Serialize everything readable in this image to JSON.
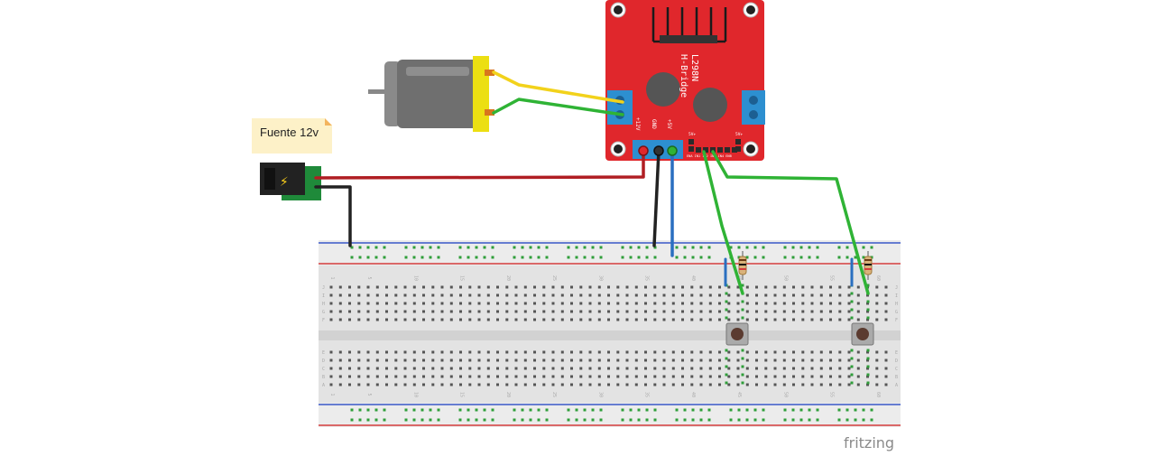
{
  "note_label": "Fuente 12v",
  "hbridge": {
    "title_line1": "L298N",
    "title_line2": "H-Bridge",
    "pin_12v": "+12V",
    "pin_gnd": "GND",
    "pin_5v": "+5V",
    "pin_5v_left": "5V+",
    "pin_5v_right": "5V+",
    "pin_row": "ENA IN1 IN2 IN3 IN4 ENB"
  },
  "breadboard": {
    "column_numbers": [
      "1",
      "5",
      "10",
      "15",
      "20",
      "25",
      "30",
      "35",
      "40",
      "45",
      "50",
      "55",
      "60"
    ],
    "rows_top": [
      "J",
      "I",
      "H",
      "G",
      "F"
    ],
    "rows_bottom": [
      "E",
      "D",
      "C",
      "B",
      "A"
    ]
  },
  "watermark": "fritzing",
  "colors": {
    "board_red": "#e0272c",
    "wire_red": "#b01e23",
    "wire_black": "#222222",
    "wire_blue": "#2a6fc0",
    "wire_green": "#2fb335",
    "wire_yellow": "#f2d21b",
    "breadboard_body": "#e3e3e3",
    "hole_green": "#2f9e3a"
  }
}
